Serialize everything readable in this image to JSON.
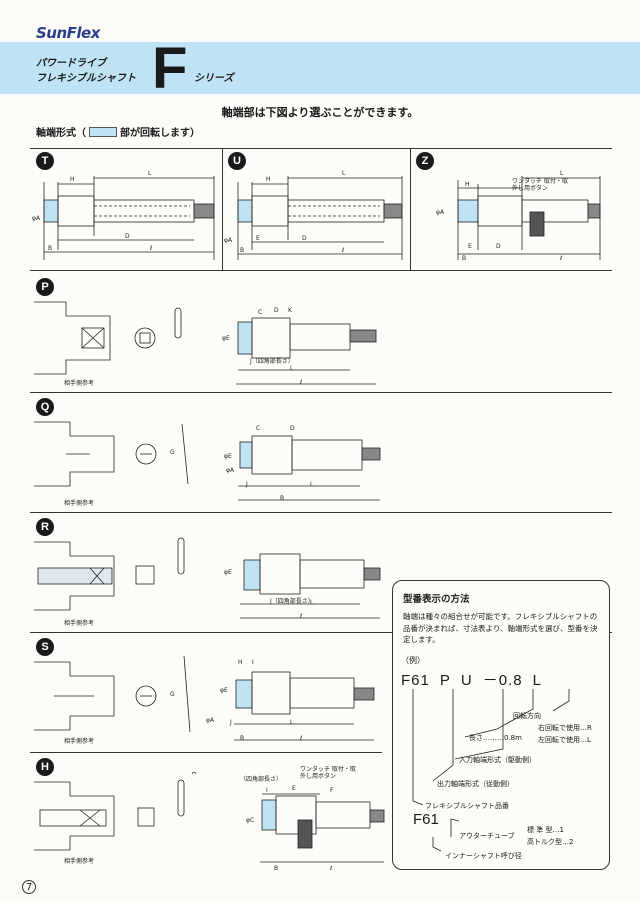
{
  "brand": {
    "logo": "SunFlex"
  },
  "header": {
    "line1": "パワードライブ",
    "line2": "フレキシブルシャフト",
    "letter": "F",
    "series": "シリーズ"
  },
  "intro": "軸端部は下図より選ぶことができます。",
  "legend": {
    "prefix": "軸端形式（",
    "suffix": "部が回転します）"
  },
  "top_row": [
    {
      "badge": "T"
    },
    {
      "badge": "U"
    },
    {
      "badge": "Z",
      "note": "ワンタッチ 取付・取外し用ボタン"
    }
  ],
  "sections": [
    {
      "badge": "P",
      "caption": "相手側参考",
      "note": "J（四角部長さ）"
    },
    {
      "badge": "Q",
      "caption": "相手側参考"
    },
    {
      "badge": "R",
      "caption": "相手側参考",
      "note": "J（四角部長さ）"
    },
    {
      "badge": "S",
      "caption": "相手側参考"
    },
    {
      "badge": "H",
      "caption": "相手側参考",
      "note": "（四角部長さ）",
      "note2": "ワンタッチ 取付・取外し用ボタン"
    }
  ],
  "howto": {
    "title": "型番表示の方法",
    "body": "軸端は種々の組合せが可能です。フレキシブルシャフトの品番が決まれば、寸法表より、軸端形式を選び、型番を決定します。",
    "example_label": "（例）",
    "code": [
      "F61",
      "P",
      "U",
      "0.8",
      "L"
    ],
    "dash": "－",
    "rotation_label": "回転方向",
    "rotation_r": "右回転で使用…R",
    "rotation_l": "左回転で使用…L",
    "length_label": "長さ………0.8m",
    "input_label": "入力軸端形式（駆動側）",
    "output_label": "出力軸端形式（従動側）",
    "flex_label": "フレキシブルシャフト品番",
    "code2": "F61",
    "outer_label": "アウターチューブ",
    "std_label": "標 準 型…1",
    "high_label": "高トルク型…2",
    "inner_label": "インナーシャフト呼び径"
  },
  "page_number": "7"
}
